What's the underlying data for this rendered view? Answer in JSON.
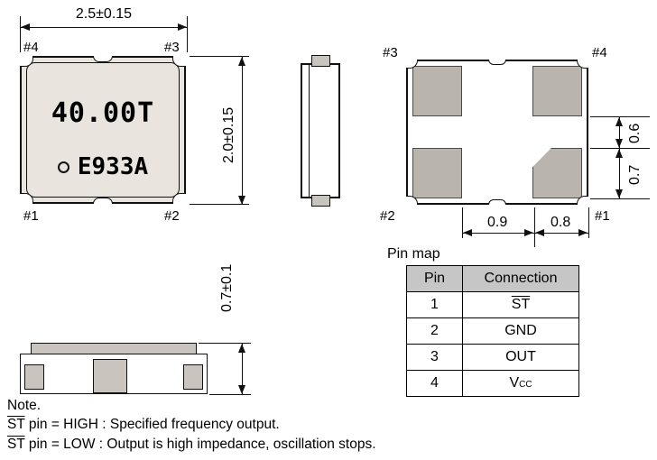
{
  "colors": {
    "line": "#111111",
    "package_body": "#e9e5de",
    "pad": "#b9b5ad",
    "table_header_bg": "#c6c6c6",
    "background": "#ffffff"
  },
  "top_view": {
    "dim_width": "2.5±0.15",
    "dim_height": "2.0±0.15",
    "pin_top_left": "#4",
    "pin_top_right": "#3",
    "pin_bottom_left": "#1",
    "pin_bottom_right": "#2",
    "marking_frequency": "40.00T",
    "marking_code": "E933A"
  },
  "side_view": {
    "dim_height": "0.7±0.1"
  },
  "bottom_view": {
    "pin_top_left": "#3",
    "pin_top_right": "#4",
    "pin_bottom_left": "#2",
    "pin_bottom_right": "#1",
    "dim_pad_gap_vertical": "0.6",
    "dim_pad_height": "0.7",
    "dim_pad_gap_horizontal": "0.9",
    "dim_pad_width": "0.8"
  },
  "pin_map": {
    "title": "Pin map",
    "header_pin": "Pin",
    "header_connection": "Connection",
    "rows": [
      {
        "pin": "1",
        "connection": "ST"
      },
      {
        "pin": "2",
        "connection": "GND"
      },
      {
        "pin": "3",
        "connection": "OUT"
      },
      {
        "pin": "4",
        "connection": "V",
        "connection_sub": "CC"
      }
    ]
  },
  "note": {
    "title": "Note.",
    "st_label": "ST",
    "line1_rest": " pin = HIGH : Specified frequency output.",
    "line2_rest": " pin = LOW : Output is high impedance, oscillation stops."
  }
}
